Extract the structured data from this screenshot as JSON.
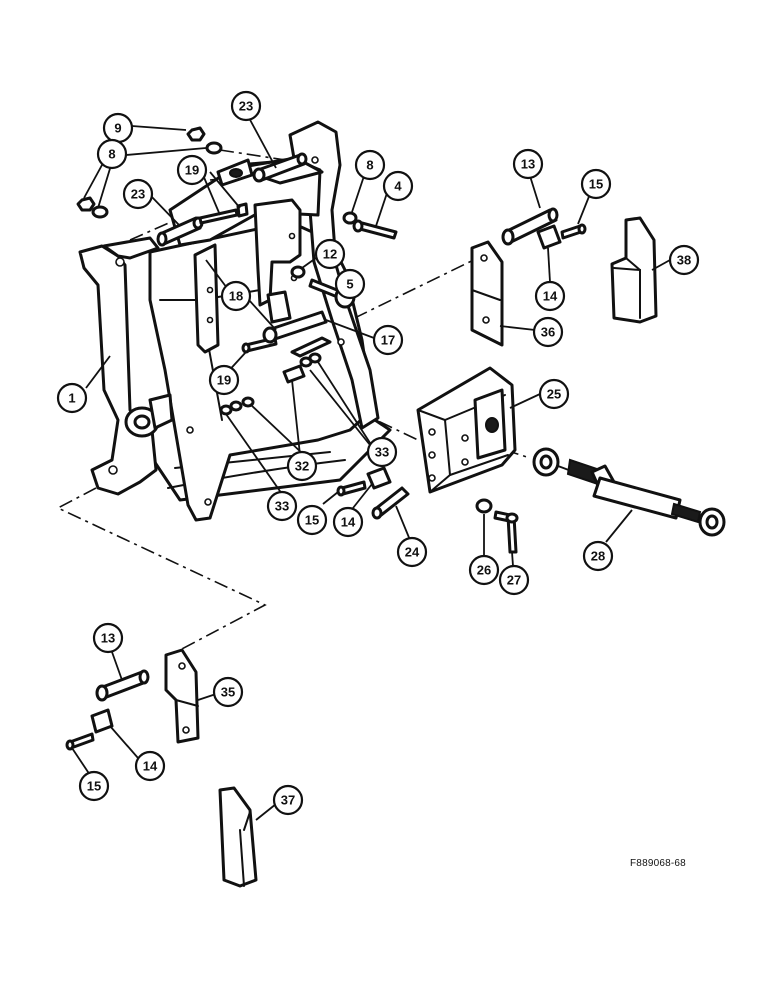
{
  "figure_code": "F889068-68",
  "callouts": [
    {
      "id": "c1",
      "label": "1"
    },
    {
      "id": "c9",
      "label": "9"
    },
    {
      "id": "c8a",
      "label": "8"
    },
    {
      "id": "c23a",
      "label": "23"
    },
    {
      "id": "c19a",
      "label": "19"
    },
    {
      "id": "c23b",
      "label": "23"
    },
    {
      "id": "c8b",
      "label": "8"
    },
    {
      "id": "c4",
      "label": "4"
    },
    {
      "id": "c12",
      "label": "12"
    },
    {
      "id": "c5",
      "label": "5"
    },
    {
      "id": "c18",
      "label": "18"
    },
    {
      "id": "c17",
      "label": "17"
    },
    {
      "id": "c19b",
      "label": "19"
    },
    {
      "id": "c33a",
      "label": "33"
    },
    {
      "id": "c32",
      "label": "32"
    },
    {
      "id": "c33b",
      "label": "33"
    },
    {
      "id": "c15a",
      "label": "15"
    },
    {
      "id": "c14a",
      "label": "14"
    },
    {
      "id": "c24",
      "label": "24"
    },
    {
      "id": "c13a",
      "label": "13"
    },
    {
      "id": "c15b",
      "label": "15"
    },
    {
      "id": "c14b",
      "label": "14"
    },
    {
      "id": "c36",
      "label": "36"
    },
    {
      "id": "c38",
      "label": "38"
    },
    {
      "id": "c25",
      "label": "25"
    },
    {
      "id": "c26",
      "label": "26"
    },
    {
      "id": "c27",
      "label": "27"
    },
    {
      "id": "c28",
      "label": "28"
    },
    {
      "id": "c13b",
      "label": "13"
    },
    {
      "id": "c35",
      "label": "35"
    },
    {
      "id": "c14c",
      "label": "14"
    },
    {
      "id": "c15c",
      "label": "15"
    },
    {
      "id": "c37",
      "label": "37"
    }
  ]
}
